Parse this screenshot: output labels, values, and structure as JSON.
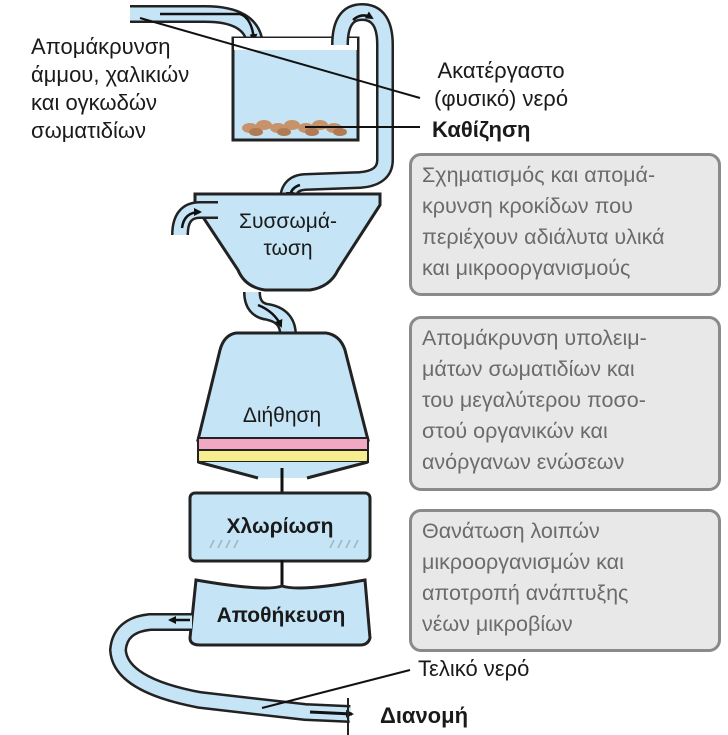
{
  "labels": {
    "removal": [
      "Απομάκρυνση",
      "άμμου, χαλικιών",
      "και ογκωδών",
      "σωματιδίων"
    ],
    "raw_water": [
      "Ακατέργαστο",
      "(φυσικό) νερό"
    ],
    "settling": "Καθίζηση",
    "final_water": "Τελικό νερό",
    "distribution": "Διανομή"
  },
  "stages": {
    "coagulation": [
      "Συσσωμά-",
      "τωση"
    ],
    "filtration": "Διήθηση",
    "chlorination": "Χλωρίωση",
    "storage": "Αποθήκευση"
  },
  "notes": {
    "coagulation": [
      "Σχηματισμός και απομά-",
      "κρυνση κροκίδων που",
      "περιέχουν αδιάλυτα υλικά",
      "και μικροοργανισμούς"
    ],
    "filtration": [
      "Απομάκρυνση υπολειμ-",
      "μάτων σωματιδίων και",
      "του μεγαλύτερου ποσο-",
      "στού οργανικών και",
      "ανόργανων ενώσεων"
    ],
    "chlorination": [
      "Θανάτωση λοιπών",
      "μικροοργανισμών και",
      "αποτροπή ανάπτυξης",
      "νέων μικροβίων"
    ]
  },
  "colors": {
    "water": "#c5e5f7",
    "outline": "#222222",
    "sediment": "#c8926a",
    "filter_pink": "#f2a7c3",
    "filter_yellow": "#f6ee8e",
    "note_bg": "#e8e8e8",
    "note_border": "#8a8a8a",
    "note_text": "#6b6b6b"
  }
}
